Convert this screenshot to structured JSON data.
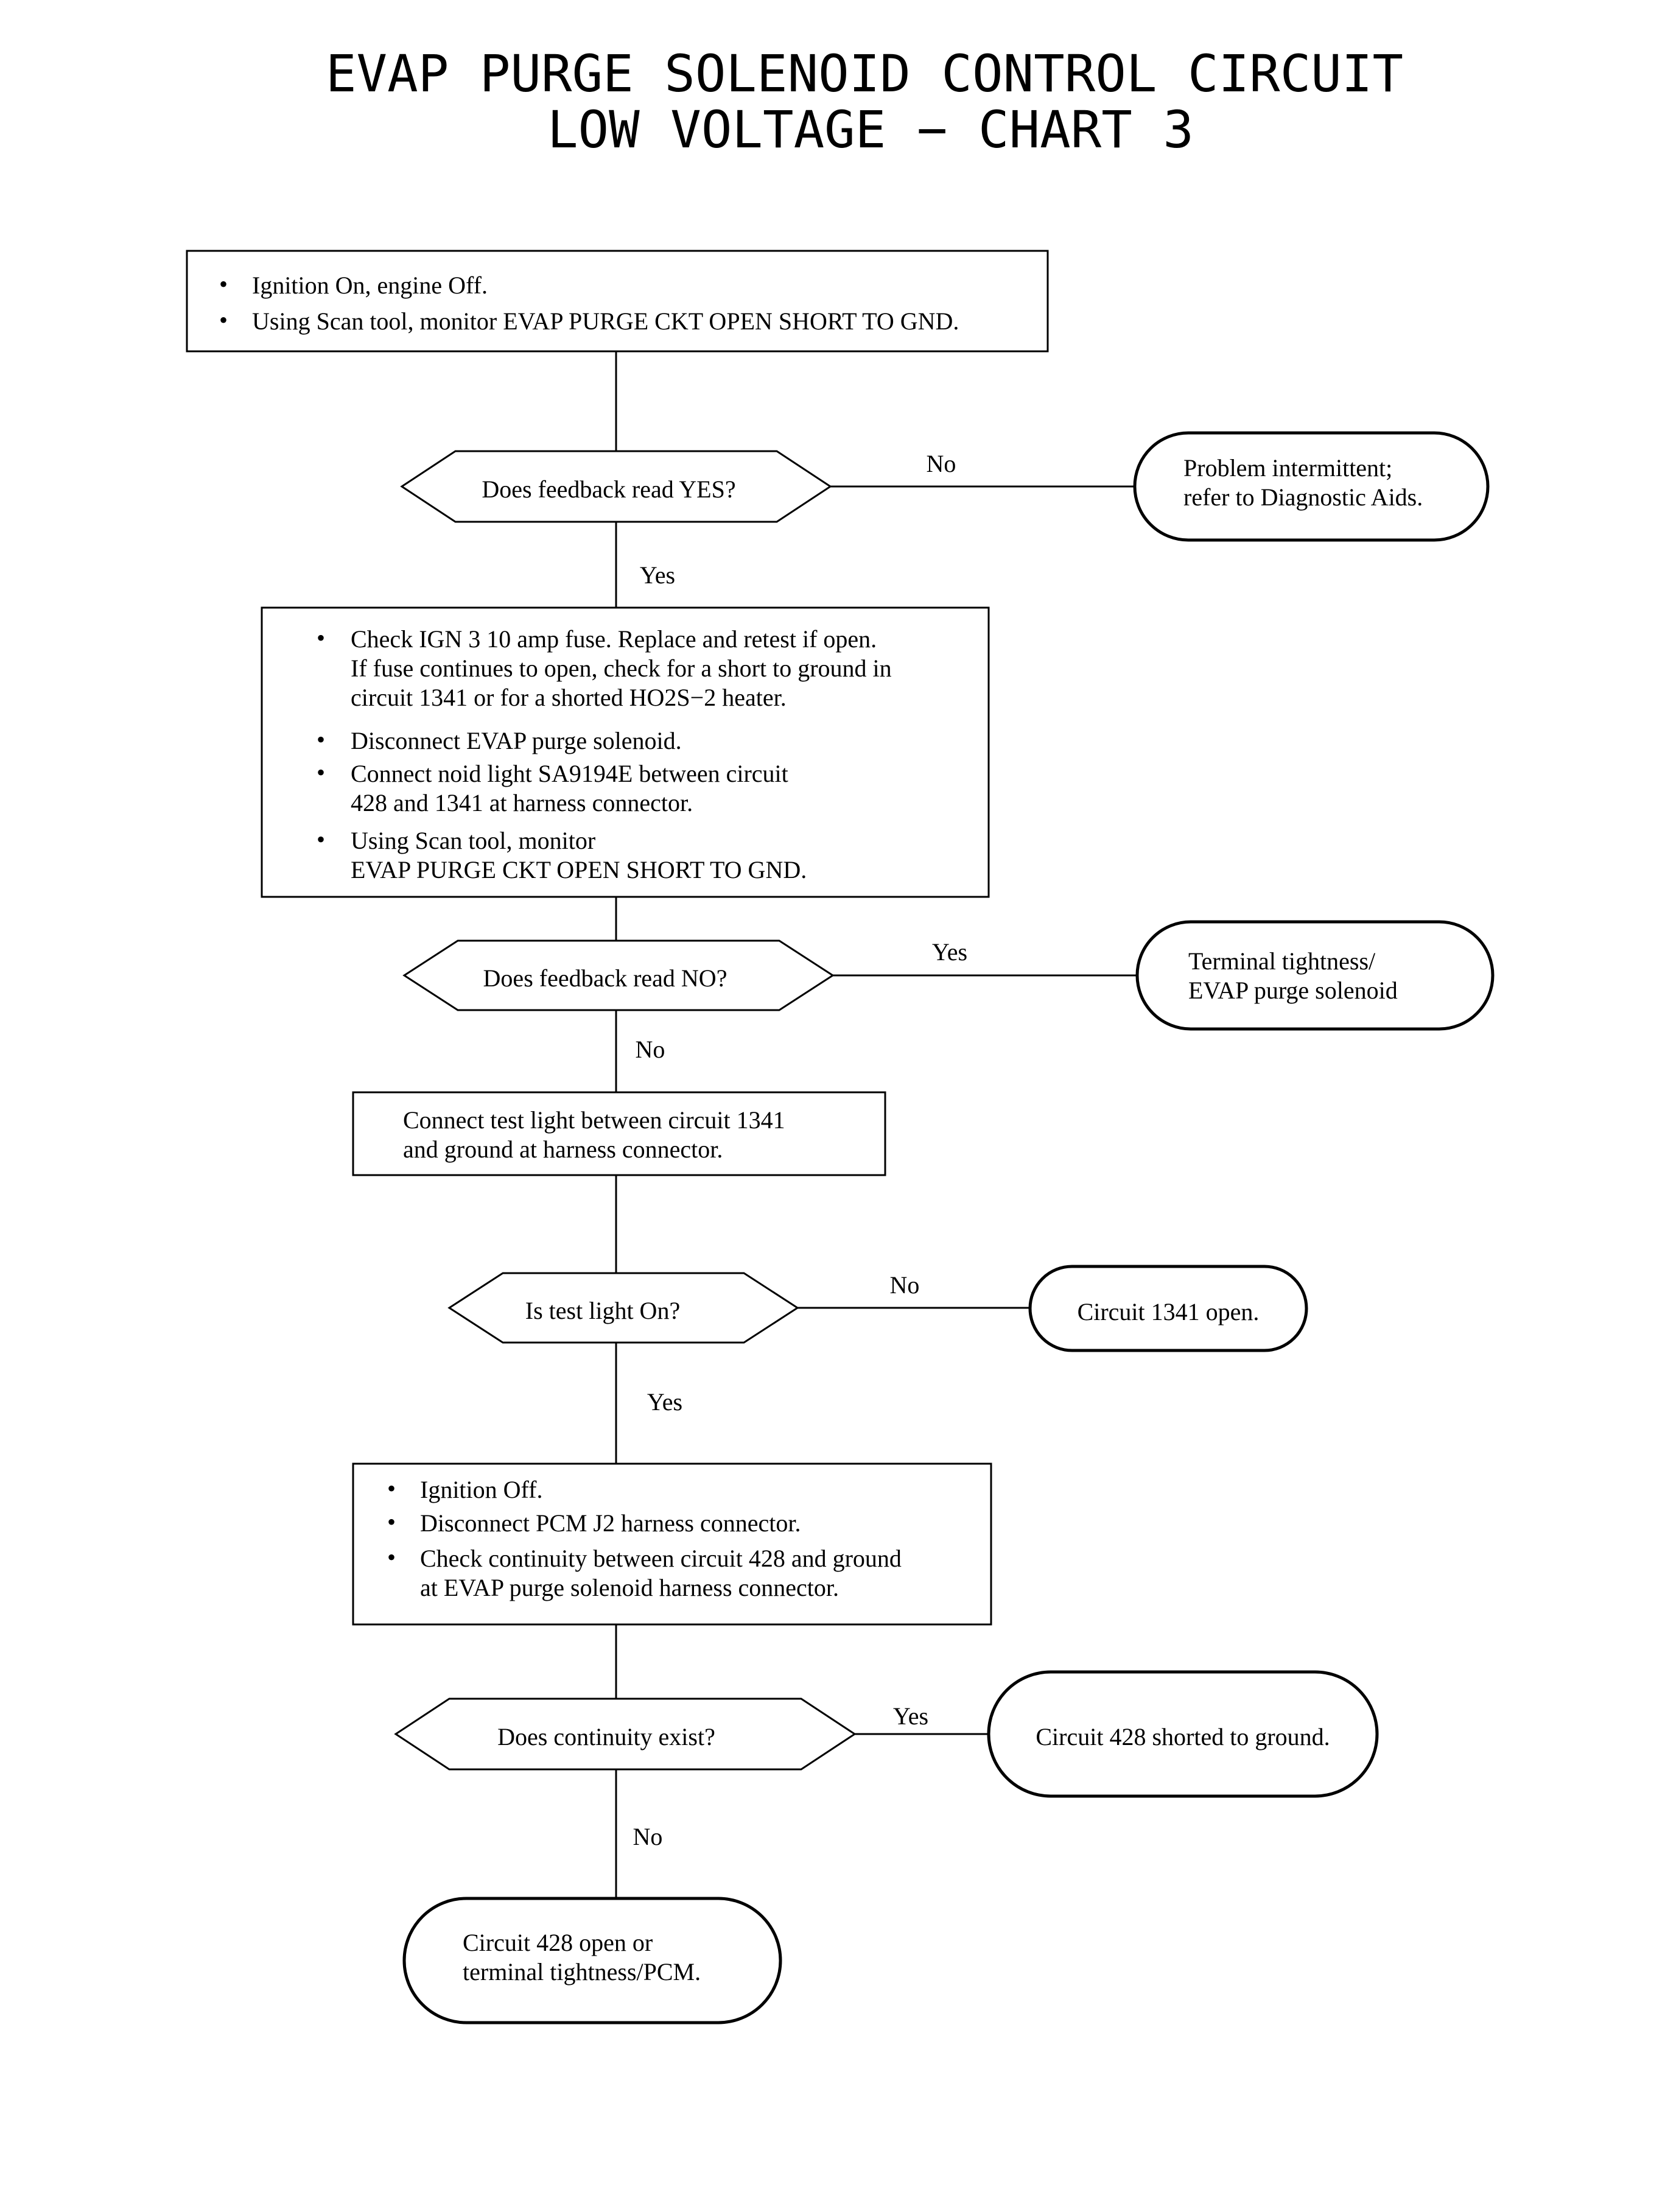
{
  "title": {
    "line1": "EVAP PURGE SOLENOID CONTROL CIRCUIT",
    "line2": "LOW VOLTAGE − CHART 3"
  },
  "steps": {
    "step1": {
      "items": [
        "Ignition On, engine Off.",
        "Using Scan tool, monitor EVAP PURGE CKT OPEN SHORT TO GND."
      ]
    },
    "step2": {
      "items": [
        [
          "Check IGN 3 10 amp fuse.  Replace and retest if open.",
          "If fuse continues to open, check for a short to ground in",
          "circuit 1341 or for a shorted HO2S−2 heater."
        ],
        [
          "Disconnect EVAP purge solenoid."
        ],
        [
          "Connect noid light SA9194E between circuit",
          "428 and 1341 at harness connector."
        ],
        [
          "Using Scan tool, monitor",
          "EVAP PURGE CKT OPEN SHORT TO GND."
        ]
      ]
    },
    "step3": {
      "lines": [
        "Connect test light between circuit 1341",
        "and ground at harness connector."
      ]
    },
    "step4": {
      "items": [
        [
          "Ignition Off."
        ],
        [
          "Disconnect PCM J2 harness connector."
        ],
        [
          "Check continuity between circuit 428 and ground",
          "at EVAP purge solenoid harness connector."
        ]
      ]
    }
  },
  "decisions": {
    "d1": "Does feedback read YES?",
    "d2": "Does feedback read NO?",
    "d3": "Is test light On?",
    "d4": "Does continuity exist?"
  },
  "branch_labels": {
    "d1_side": "No",
    "d1_down": "Yes",
    "d2_side": "Yes",
    "d2_down": "No",
    "d3_side": "No",
    "d3_down": "Yes",
    "d4_side": "Yes",
    "d4_down": "No"
  },
  "outcomes": {
    "o1": [
      "Problem intermittent;",
      "refer to Diagnostic Aids."
    ],
    "o2": [
      "Terminal tightness/",
      "EVAP purge solenoid"
    ],
    "o3": [
      "Circuit 1341 open."
    ],
    "o4": [
      "Circuit 428 shorted to ground."
    ],
    "o5": [
      "Circuit 428 open or",
      "terminal tightness/PCM."
    ]
  },
  "bullet_glyph": "•"
}
